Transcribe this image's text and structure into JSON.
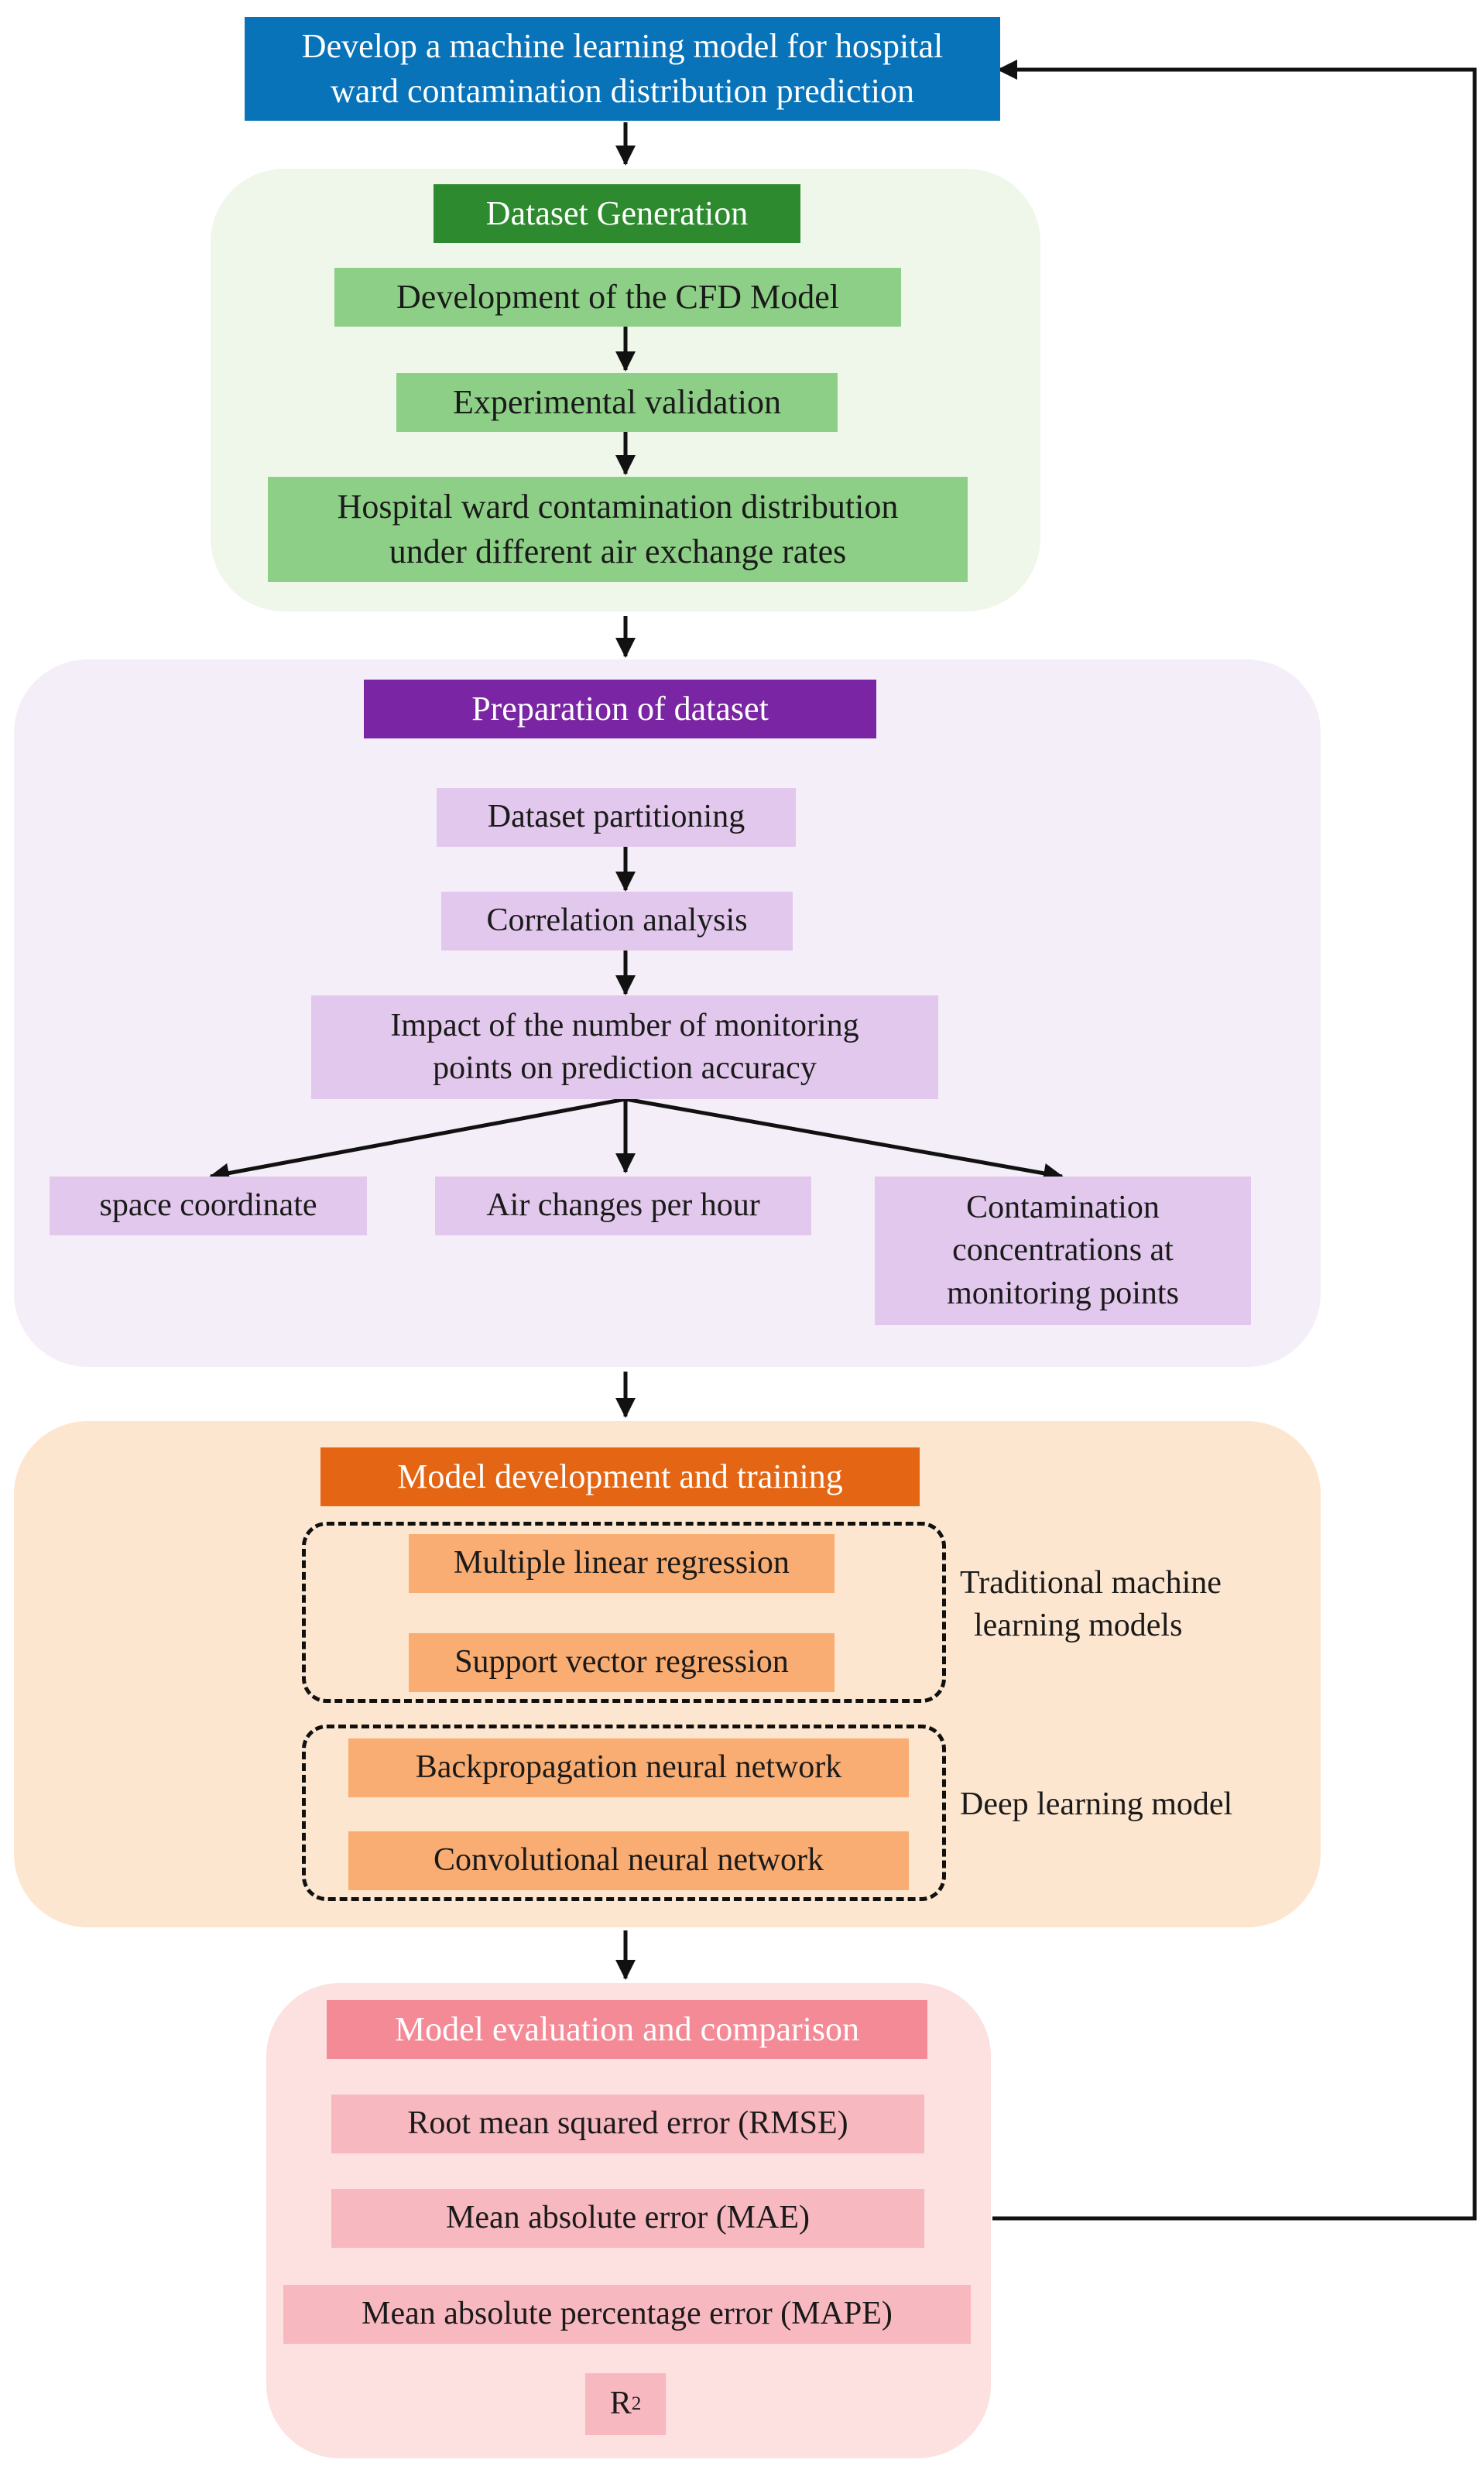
{
  "top": {
    "line1": "Develop a machine learning model for hospital",
    "line2": "ward contamination distribution prediction"
  },
  "dataset_generation": {
    "title": "Dataset Generation",
    "steps": [
      "Development of the CFD Model",
      "Experimental validation"
    ],
    "final_line1": "Hospital ward contamination distribution",
    "final_line2": "under different air exchange rates"
  },
  "preparation": {
    "title": "Preparation of dataset",
    "steps": [
      "Dataset partitioning",
      "Correlation analysis"
    ],
    "impact_line1": "Impact of the number of monitoring",
    "impact_line2": "points on prediction accuracy",
    "inputs": {
      "space": "space coordinate",
      "ach": "Air changes per hour",
      "conc_line1": "Contamination",
      "conc_line2": "concentrations at",
      "conc_line3": "monitoring points"
    }
  },
  "model_dev": {
    "title": "Model development and training",
    "traditional": [
      "Multiple linear regression",
      "Support vector regression"
    ],
    "traditional_label_line1": "Traditional machine",
    "traditional_label_line2": "learning models",
    "deep": [
      "Backpropagation neural network",
      "Convolutional neural network"
    ],
    "deep_label": "Deep learning model"
  },
  "evaluation": {
    "title": "Model evaluation and comparison",
    "metrics": [
      "Root mean squared error (RMSE)",
      "Mean absolute error (MAE)",
      "Mean absolute percentage error (MAPE)"
    ],
    "r2_base": "R",
    "r2_sup": "2"
  },
  "colors": {
    "top_box": "#0873b9",
    "green_panel": "#eef7ea",
    "green_head": "#2e8a2e",
    "green_box": "#8ecf87",
    "purple_panel": "#f4eef8",
    "purple_head": "#7a25a3",
    "purple_box": "#e2c8ec",
    "orange_panel": "#fde6cf",
    "orange_head": "#e46614",
    "orange_box": "#f9ad72",
    "pink_panel": "#fde0e0",
    "pink_head": "#f58a97",
    "pink_box": "#f8b8c0"
  }
}
